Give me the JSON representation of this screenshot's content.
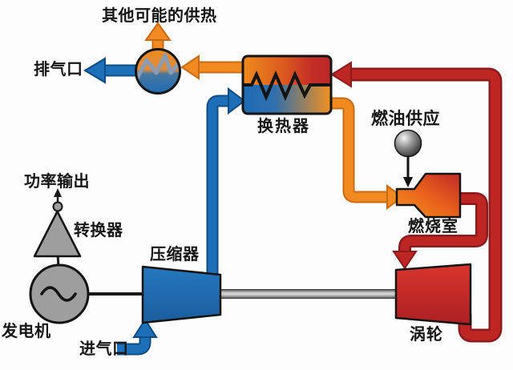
{
  "diagram": {
    "type": "gas-turbine-cogeneration-flow-diagram",
    "labels": {
      "other_heat": "其他可能的供热",
      "exhaust_outlet": "排气口",
      "heat_exchanger": "换热器",
      "fuel_supply": "燃油供应",
      "combustion_chamber": "燃烧室",
      "power_output": "功率输出",
      "converter": "转换器",
      "compressor": "压缩器",
      "generator": "发电机",
      "air_inlet": "进气口",
      "turbine": "涡轮"
    },
    "colors": {
      "air_blue": "#1d6fb8",
      "blue_outline": "#0e4c83",
      "hot_air_orange": "#f18a21",
      "orange_outline": "#c96a12",
      "exhaust_red": "#be2623",
      "red_outline": "#8c1a1c",
      "machine_gray": "#9e9e9e",
      "outline_black": "#141414",
      "background": "#fdfdfd"
    },
    "flows": [
      {
        "from": "air_inlet",
        "to": "compressor",
        "color": "blue"
      },
      {
        "from": "compressor",
        "to": "heat_exchanger",
        "color": "blue"
      },
      {
        "from": "heat_exchanger",
        "to": "combustion_chamber",
        "color": "orange"
      },
      {
        "from": "fuel_supply",
        "to": "combustion_chamber",
        "color": "black"
      },
      {
        "from": "combustion_chamber",
        "to": "turbine",
        "color": "red"
      },
      {
        "from": "turbine",
        "to": "heat_exchanger",
        "color": "red"
      },
      {
        "from": "heat_exchanger",
        "to": "secondary_exchanger",
        "color": "orange"
      },
      {
        "from": "secondary_exchanger",
        "to": "other_heat",
        "color": "orange"
      },
      {
        "from": "secondary_exchanger",
        "to": "exhaust_outlet",
        "color": "blue"
      },
      {
        "from": "generator",
        "to": "power_output",
        "color": "black"
      }
    ]
  }
}
